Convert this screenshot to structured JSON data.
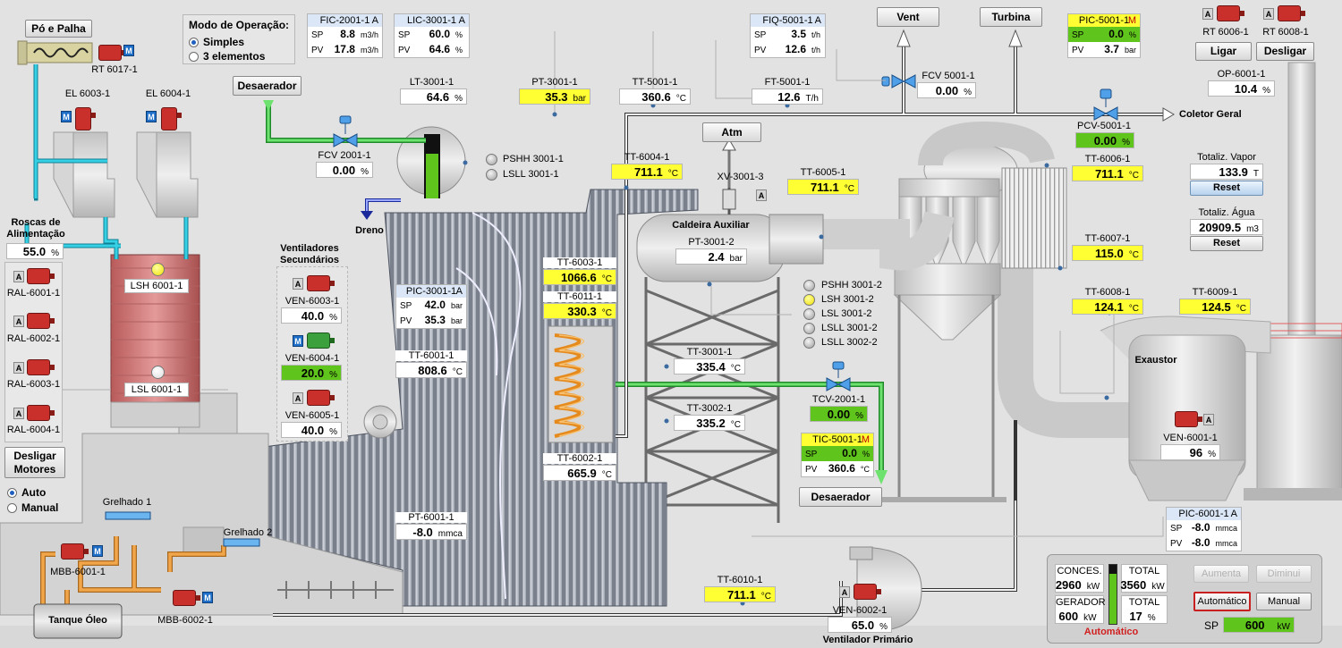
{
  "labels": {
    "po_e_palha": "Pó e Palha",
    "rt6017": "RT 6017-1",
    "el6003": "EL 6003-1",
    "el6004": "EL 6004-1",
    "desaerador_top": "Desaerador",
    "desaerador_bottom": "Desaerador",
    "dreno": "Dreno",
    "roscas": "Roscas de\nAlimentação",
    "ventiladores": "Ventiladores\nSecundários",
    "vent": "Vent",
    "turbina": "Turbina",
    "atm": "Atm",
    "coletor": "Coletor Geral",
    "caldeira_aux": "Caldeira Auxiliar",
    "exaustor": "Exaustor",
    "ventilador_primario": "Ventilador Primário",
    "tanque_oleo": "Tanque Óleo",
    "grelhado1": "Grelhado 1",
    "grelhado2": "Grelhado 2",
    "mbb1": "MBB-6001-1",
    "mbb2": "MBB-6002-1",
    "xv3001": "XV-3001-3"
  },
  "modo": {
    "title": "Modo de Operação:",
    "opt1": "Simples",
    "opt2": "3 elementos"
  },
  "auto_manual": {
    "auto": "Auto",
    "manual": "Manual"
  },
  "desligar_motores": "Desligar\nMotores",
  "roscas_value": {
    "value": "55.0",
    "unit": "%"
  },
  "ral": [
    "RAL-6001-1",
    "RAL-6002-1",
    "RAL-6003-1",
    "RAL-6004-1"
  ],
  "badges": {
    "a": "A",
    "m": "M"
  },
  "lsh6001": "LSH 6001-1",
  "lsl6001": "LSL 6001-1",
  "ven6003": {
    "name": "VEN-6003-1",
    "value": "40.0",
    "unit": "%"
  },
  "ven6004": {
    "name": "VEN-6004-1",
    "value": "20.0",
    "unit": "%"
  },
  "ven6005": {
    "name": "VEN-6005-1",
    "value": "40.0",
    "unit": "%"
  },
  "fic2001": {
    "name": "FIC-2001-1",
    "mode": "A",
    "sp_label": "SP",
    "pv_label": "PV",
    "sp": "8.8",
    "pv": "17.8",
    "unit": "m3/h"
  },
  "lic3001": {
    "name": "LIC-3001-1",
    "mode": "A",
    "sp_label": "SP",
    "pv_label": "PV",
    "sp": "60.0",
    "pv": "64.6",
    "unit": "%"
  },
  "fiq5001": {
    "name": "FIQ-5001-1",
    "mode": "A",
    "sp_label": "SP",
    "pv_label": "PV",
    "sp": "3.5",
    "pv": "12.6",
    "unit": "t/h"
  },
  "pic5001": {
    "name": "PIC-5001-1",
    "mode": "M",
    "sp_label": "SP",
    "pv_label": "PV",
    "sp": "0.0",
    "pv": "3.7",
    "sp_unit": "%",
    "pv_unit": "bar"
  },
  "pic3001": {
    "name": "PIC-3001-1",
    "mode": "A",
    "sp_label": "SP",
    "pv_label": "PV",
    "sp": "42.0",
    "pv": "35.3",
    "unit": "bar"
  },
  "tic5001": {
    "name": "TIC-5001-1",
    "mode": "M",
    "sp_label": "SP",
    "pv_label": "PV",
    "sp": "0.0",
    "pv": "360.6",
    "sp_unit": "%",
    "pv_unit": "°C"
  },
  "pic6001": {
    "name": "PIC-6001-1",
    "mode": "A",
    "sp_label": "SP",
    "pv_label": "PV",
    "sp": "-8.0",
    "pv": "-8.0",
    "unit": "mmca"
  },
  "fcv2001": {
    "name": "FCV 2001-1",
    "value": "0.00",
    "unit": "%"
  },
  "lt3001": {
    "name": "LT-3001-1",
    "value": "64.6",
    "unit": "%"
  },
  "pshh3001_1": "PSHH 3001-1",
  "lsll3001_1": "LSLL 3001-1",
  "pt3001_1": {
    "name": "PT-3001-1",
    "value": "35.3",
    "unit": "bar"
  },
  "tt5001": {
    "name": "TT-5001-1",
    "value": "360.6",
    "unit": "°C"
  },
  "ft5001": {
    "name": "FT-5001-1",
    "value": "12.6",
    "unit": "T/h"
  },
  "fcv5001": {
    "name": "FCV 5001-1",
    "value": "0.00",
    "unit": "%"
  },
  "pcv5001": {
    "name": "PCV-5001-1",
    "value": "0.00",
    "unit": "%"
  },
  "tt6004": {
    "name": "TT-6004-1",
    "value": "711.1",
    "unit": "°C"
  },
  "tt6005": {
    "name": "TT-6005-1",
    "value": "711.1",
    "unit": "°C"
  },
  "tt6006": {
    "name": "TT-6006-1",
    "value": "711.1",
    "unit": "°C"
  },
  "tt6007": {
    "name": "TT-6007-1",
    "value": "115.0",
    "unit": "°C"
  },
  "tt6008": {
    "name": "TT-6008-1",
    "value": "124.1",
    "unit": "°C"
  },
  "tt6009": {
    "name": "TT-6009-1",
    "value": "124.5",
    "unit": "°C"
  },
  "pt3001_2": {
    "name": "PT-3001-2",
    "value": "2.4",
    "unit": "bar"
  },
  "tt6003": {
    "name": "TT-6003-1",
    "value": "1066.6",
    "unit": "°C"
  },
  "tt6011": {
    "name": "TT-6011-1",
    "value": "330.3",
    "unit": "°C"
  },
  "tt6001": {
    "name": "TT-6001-1",
    "value": "808.6",
    "unit": "°C"
  },
  "tt3001": {
    "name": "TT-3001-1",
    "value": "335.4",
    "unit": "°C"
  },
  "tt3002": {
    "name": "TT-3002-1",
    "value": "335.2",
    "unit": "°C"
  },
  "tt6002": {
    "name": "TT-6002-1",
    "value": "665.9",
    "unit": "°C"
  },
  "tcv2001": {
    "name": "TCV-2001-1",
    "value": "0.00",
    "unit": "%"
  },
  "pt6001": {
    "name": "PT-6001-1",
    "value": "-8.0",
    "unit": "mmca"
  },
  "tt6010": {
    "name": "TT-6010-1",
    "value": "711.1",
    "unit": "°C"
  },
  "ven6002": {
    "name": "VEN-6002-1",
    "value": "65.0",
    "unit": "%"
  },
  "ven6001": {
    "name": "VEN-6001-1",
    "value": "96",
    "unit": "%"
  },
  "op6001": {
    "name": "OP-6001-1",
    "value": "10.4",
    "unit": "%"
  },
  "interlocks2": [
    "PSHH 3001-2",
    "LSH 3001-2",
    "LSL 3001-2",
    "LSLL 3001-2",
    "LSLL 3002-2"
  ],
  "rt6006": "RT 6006-1",
  "rt6008": "RT 6008-1",
  "ligar": "Ligar",
  "desligar": "Desligar",
  "totaliz_vapor": {
    "title": "Totaliz. Vapor",
    "value": "133.9",
    "unit": "T",
    "reset": "Reset"
  },
  "totaliz_agua": {
    "title": "Totaliz. Água",
    "value": "20909.5",
    "unit": "m3",
    "reset": "Reset"
  },
  "energy": {
    "conces_label": "CONCES.",
    "conces_value": "2960",
    "conces_unit": "kW",
    "gerador_label": "GERADOR",
    "gerador_value": "600",
    "gerador_unit": "kW",
    "total_label": "TOTAL",
    "total_value": "3560",
    "total_unit": "kW",
    "total2_label": "TOTAL",
    "total2_value": "17",
    "total2_unit": "%",
    "mode": "Automático",
    "aumenta": "Aumenta",
    "diminui": "Diminui",
    "automatico": "Automático",
    "manual": "Manual",
    "sp_label": "SP",
    "sp_value": "600",
    "sp_unit": "kW"
  },
  "drum_level_pct": 64.6,
  "colors": {
    "hot_pipe": "#f2a64a",
    "water": "#5fd36a",
    "cyan": "#35d0e4",
    "motor_red": "#c9302c",
    "alarm_yellow": "#ffff33",
    "value_green": "#5fc41b"
  }
}
